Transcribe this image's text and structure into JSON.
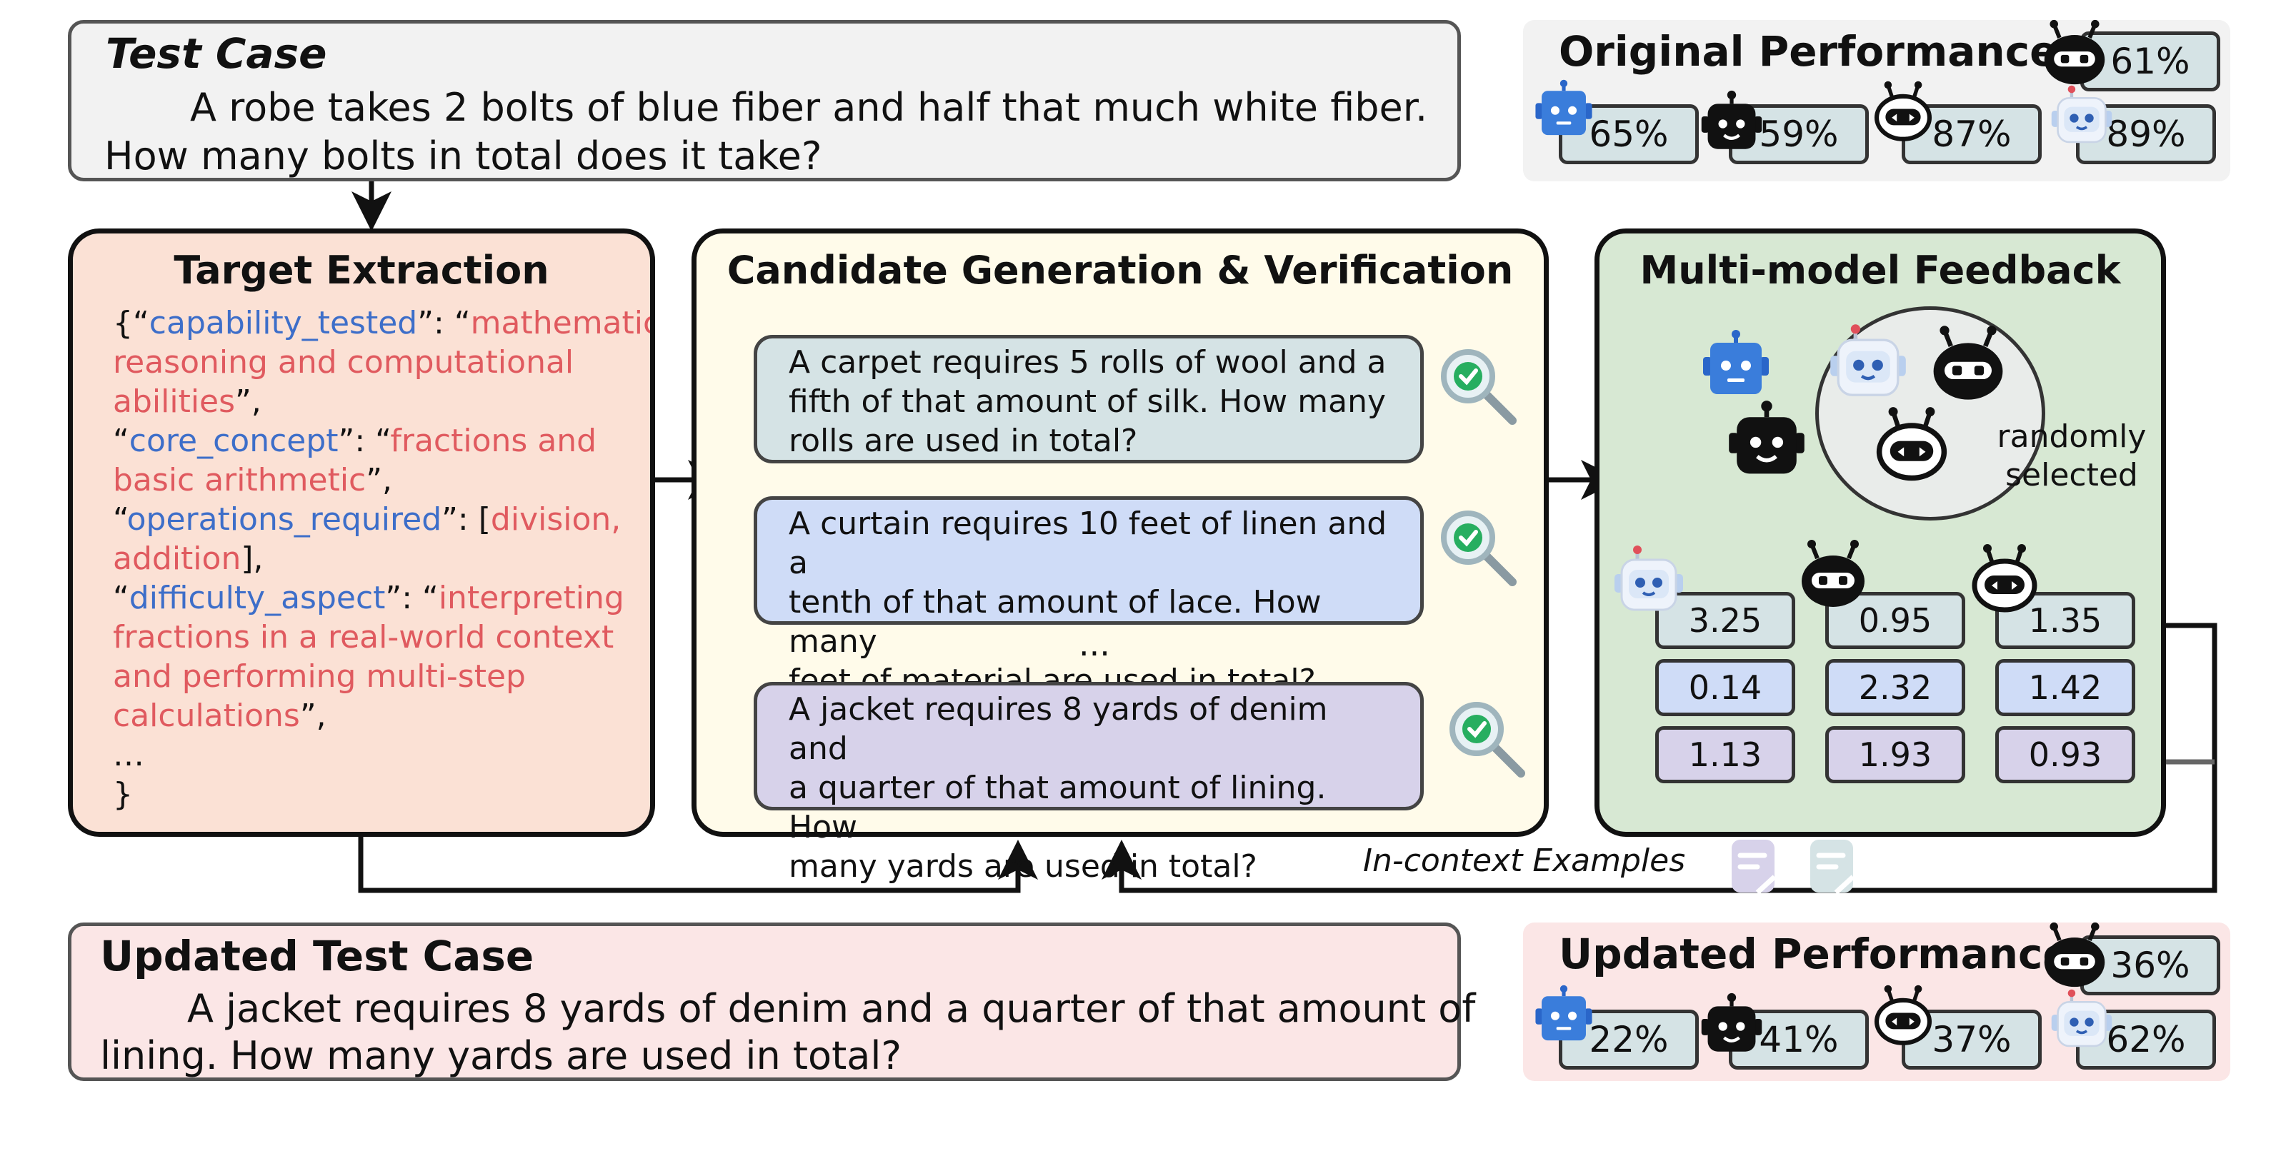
{
  "test_case": {
    "title": "Test Case",
    "line1": "A robe takes 2 bolts of blue fiber and half that much white fiber.",
    "line2": "How many bolts in total does it take?"
  },
  "original_performance": {
    "title": "Original Performance",
    "values": [
      "61%",
      "65%",
      "59%",
      "87%",
      "89%"
    ]
  },
  "target_extraction": {
    "title": "Target Extraction",
    "lines": [
      [
        {
          "t": "{“",
          "c": "p"
        },
        {
          "t": "capability_tested",
          "c": "k"
        },
        {
          "t": "”: “",
          "c": "p"
        },
        {
          "t": "mathematical",
          "c": "v"
        }
      ],
      [
        {
          "t": "reasoning and computational",
          "c": "v"
        }
      ],
      [
        {
          "t": "abilities",
          "c": "v"
        },
        {
          "t": "”,",
          "c": "p"
        }
      ],
      [
        {
          "t": "“",
          "c": "p"
        },
        {
          "t": "core_concept",
          "c": "k"
        },
        {
          "t": "”: “",
          "c": "p"
        },
        {
          "t": "fractions and",
          "c": "v"
        }
      ],
      [
        {
          "t": "basic arithmetic",
          "c": "v"
        },
        {
          "t": "”,",
          "c": "p"
        }
      ],
      [
        {
          "t": "“",
          "c": "p"
        },
        {
          "t": "operations_required",
          "c": "k"
        },
        {
          "t": "”: [",
          "c": "p"
        },
        {
          "t": "division,",
          "c": "v"
        }
      ],
      [
        {
          "t": "addition",
          "c": "v"
        },
        {
          "t": "],",
          "c": "p"
        }
      ],
      [
        {
          "t": "“",
          "c": "p"
        },
        {
          "t": "difficulty_aspect",
          "c": "k"
        },
        {
          "t": "”: “",
          "c": "p"
        },
        {
          "t": "interpreting",
          "c": "v"
        }
      ],
      [
        {
          "t": "fractions in a real-world context",
          "c": "v"
        }
      ],
      [
        {
          "t": "and performing multi-step",
          "c": "v"
        }
      ],
      [
        {
          "t": "calculations",
          "c": "v"
        },
        {
          "t": "”,",
          "c": "p"
        }
      ],
      [
        {
          "t": "…",
          "c": "p"
        }
      ],
      [
        {
          "t": "}",
          "c": "p"
        }
      ]
    ]
  },
  "candidate_generation": {
    "title": "Candidate Generation & Verification",
    "c1": [
      "A carpet requires 5 rolls of wool and a",
      "fifth of that amount of silk. How many",
      "rolls are used in total?"
    ],
    "c2": [
      "A curtain requires 10 feet of linen and a",
      "tenth of that amount of lace. How many",
      "feet of material are used in total?"
    ],
    "ellipsis": "...",
    "c3": [
      "A jacket requires 8 yards of denim and",
      "a quarter of that amount of lining. How",
      "many yards are used in total?"
    ]
  },
  "multi_model_feedback": {
    "title": "Multi-model Feedback",
    "selected_label_1": "randomly",
    "selected_label_2": "selected",
    "scores": [
      [
        "3.25",
        "0.95",
        "1.35"
      ],
      [
        "0.14",
        "2.32",
        "1.42"
      ],
      [
        "1.13",
        "1.93",
        "0.93"
      ]
    ]
  },
  "in_context_label": "In-context Examples",
  "updated_test_case": {
    "title": "Updated Test Case",
    "line1": "A jacket requires 8 yards of denim and a quarter of that amount of",
    "line2": "lining. How many yards are used in total?"
  },
  "updated_performance": {
    "title": "Updated Performance",
    "values": [
      "36%",
      "22%",
      "41%",
      "37%",
      "62%"
    ]
  },
  "colors": {
    "extraction_bg": "#fbe1d5",
    "generation_bg": "#fffbea",
    "feedback_bg": "#d7e8d3",
    "row1": "#d5e3e5",
    "row2": "#cfdcf7",
    "row3": "#d7d2ea",
    "updated_bg": "#fbe6e6"
  }
}
